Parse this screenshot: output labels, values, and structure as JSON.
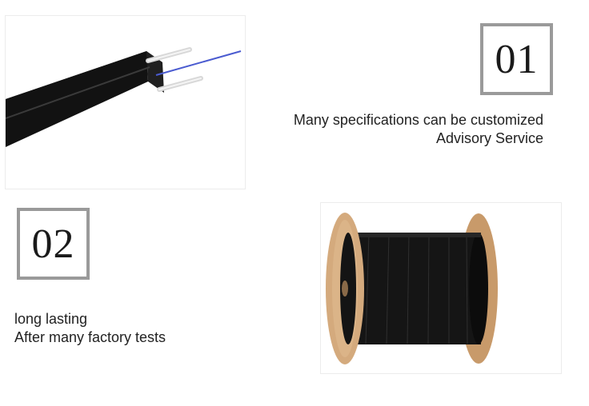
{
  "section_1": {
    "number": "01",
    "line_1": "Many specifications can be customized",
    "line_2": "Advisory Service",
    "image_icon": "drop-cable-end-icon"
  },
  "section_2": {
    "number": "02",
    "line_1": "long lasting",
    "line_2": "After many factory tests",
    "image_icon": "cable-reel-icon"
  },
  "colors": {
    "box_border": "#9a9a9a",
    "cable": "#141414",
    "fiber": "#4a5bd0",
    "reel_wood": "#d4aa7d"
  }
}
